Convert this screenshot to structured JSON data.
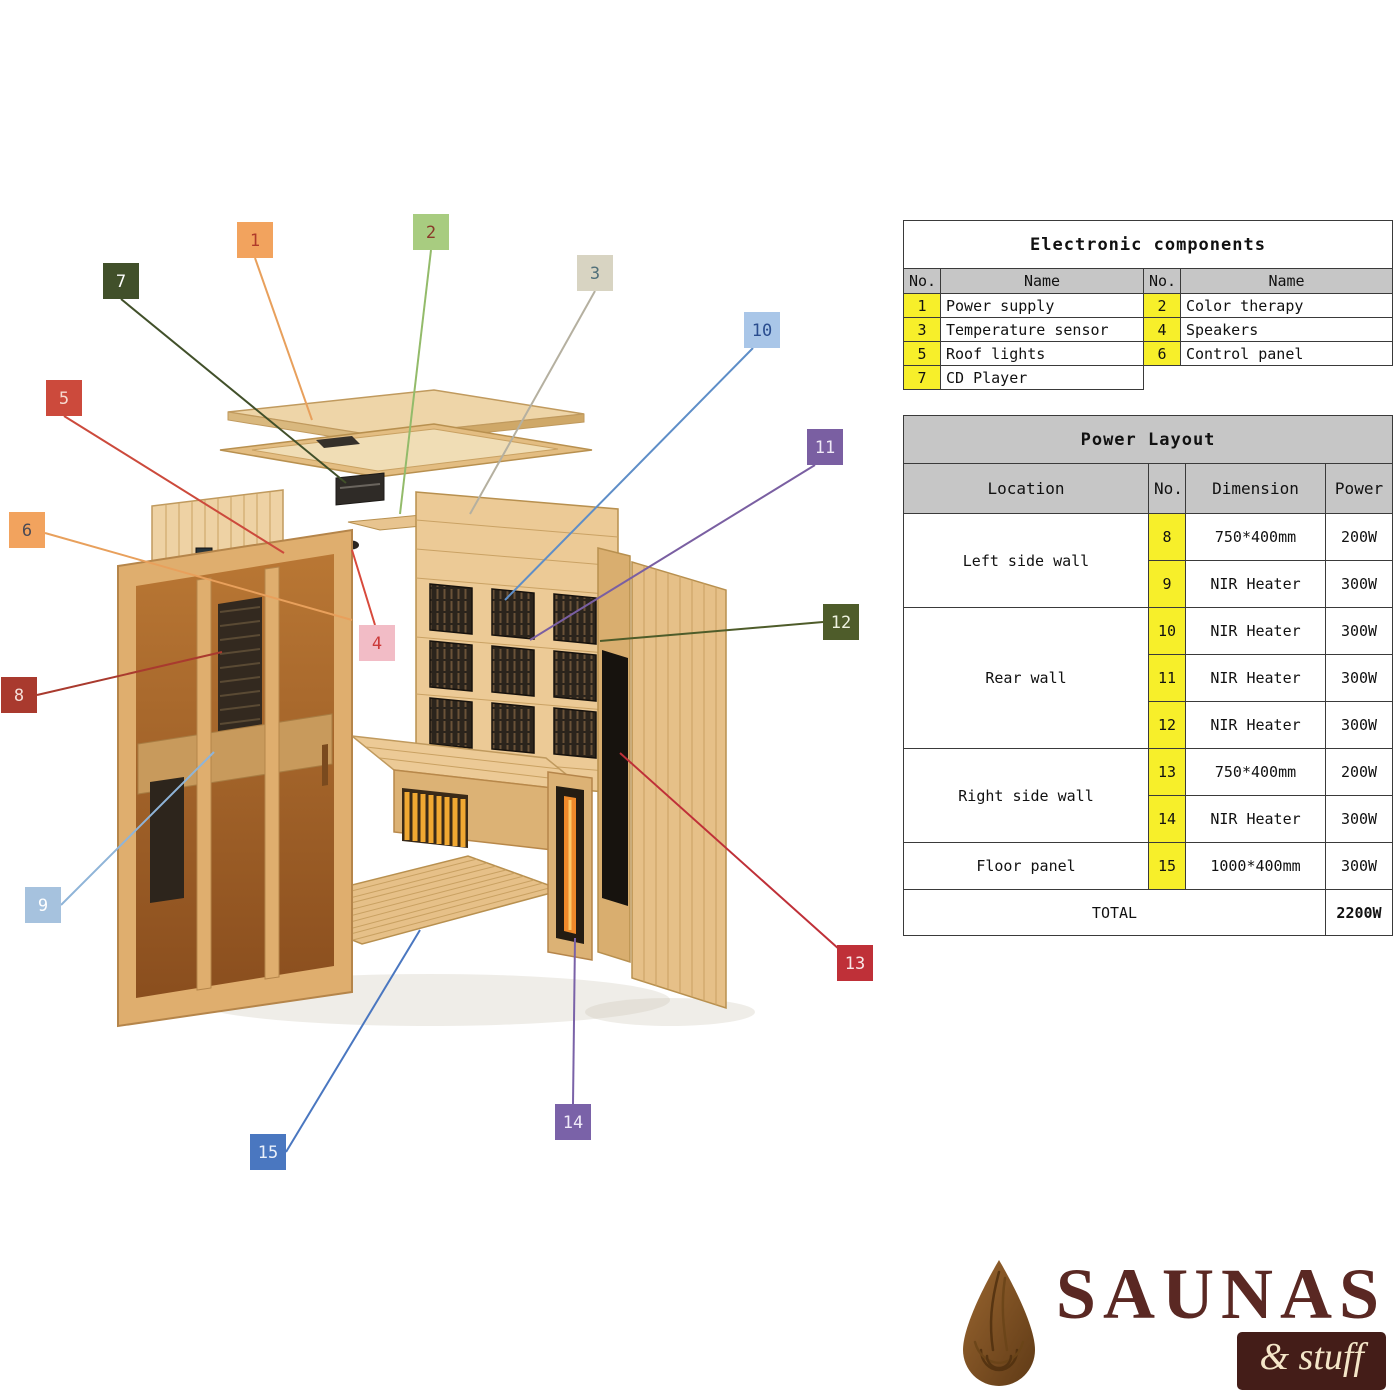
{
  "diagram": {
    "labels": [
      {
        "num": "1",
        "bg": "#f2a35e",
        "fg": "#b03a2a",
        "line": "#e8a05c"
      },
      {
        "num": "2",
        "bg": "#a8cc80",
        "fg": "#8a3a2a",
        "line": "#93bb6a"
      },
      {
        "num": "3",
        "bg": "#d8d4c2",
        "fg": "#51707a",
        "line": "#b5b0a0"
      },
      {
        "num": "4",
        "bg": "#f2bcc6",
        "fg": "#cc3a3a",
        "line": "#d84a3c"
      },
      {
        "num": "5",
        "bg": "#cc4a3c",
        "fg": "#f6d9cf",
        "line": "#cc4a3c"
      },
      {
        "num": "6",
        "bg": "#f2a35e",
        "fg": "#4a4a55",
        "line": "#e8a05c"
      },
      {
        "num": "7",
        "bg": "#41502a",
        "fg": "#ffffff",
        "line": "#41502a"
      },
      {
        "num": "8",
        "bg": "#a93a2e",
        "fg": "#f5e0da",
        "line": "#a93a2e"
      },
      {
        "num": "9",
        "bg": "#a6c2de",
        "fg": "#ffffff",
        "line": "#8fb4d8"
      },
      {
        "num": "10",
        "bg": "#a9c6e8",
        "fg": "#2a4d8f",
        "line": "#5e8ec8"
      },
      {
        "num": "11",
        "bg": "#7a5fa2",
        "fg": "#f0eaf6",
        "line": "#7a5fa2"
      },
      {
        "num": "12",
        "bg": "#4e5c2a",
        "fg": "#eef2e0",
        "line": "#4e5c2a"
      },
      {
        "num": "13",
        "bg": "#bf3038",
        "fg": "#f8e8e8",
        "line": "#bf3038"
      },
      {
        "num": "14",
        "bg": "#7a62a8",
        "fg": "#f0eaf8",
        "line": "#7a62a8"
      },
      {
        "num": "15",
        "bg": "#4a77c0",
        "fg": "#eaf0fa",
        "line": "#4a77c0"
      }
    ]
  },
  "tables": {
    "electronic": {
      "title": "Electronic components",
      "headers": [
        "No.",
        "Name",
        "No.",
        "Name"
      ],
      "rows": [
        [
          "1",
          "Power supply",
          "2",
          "Color therapy"
        ],
        [
          "3",
          "Temperature sensor",
          "4",
          "Speakers"
        ],
        [
          "5",
          "Roof lights",
          "6",
          "Control panel"
        ],
        [
          "7",
          "CD Player",
          "",
          ""
        ]
      ],
      "highlight_color": "#f7ef2a",
      "header_color": "#c6c6c6"
    },
    "power": {
      "title": "Power Layout",
      "headers": [
        "Location",
        "No.",
        "Dimension",
        "Power"
      ],
      "groups": [
        {
          "location": "Left side wall",
          "rows": [
            [
              "8",
              "750*400mm",
              "200W"
            ],
            [
              "9",
              "NIR Heater",
              "300W"
            ]
          ]
        },
        {
          "location": "Rear wall",
          "rows": [
            [
              "10",
              "NIR Heater",
              "300W"
            ],
            [
              "11",
              "NIR Heater",
              "300W"
            ],
            [
              "12",
              "NIR Heater",
              "300W"
            ]
          ]
        },
        {
          "location": "Right side wall",
          "rows": [
            [
              "13",
              "750*400mm",
              "200W"
            ],
            [
              "14",
              "NIR Heater",
              "300W"
            ]
          ]
        },
        {
          "location": "Floor panel",
          "rows": [
            [
              "15",
              "1000*400mm",
              "300W"
            ]
          ]
        }
      ],
      "total_label": "TOTAL",
      "total_value": "2200W"
    }
  },
  "logo": {
    "brand": "SAUNAS",
    "tagline": "& stuff",
    "icon": "wood-drop-icon",
    "brand_color": "#5a2823",
    "tagline_bg": "#441d18",
    "tagline_color": "#f4e6c8"
  }
}
